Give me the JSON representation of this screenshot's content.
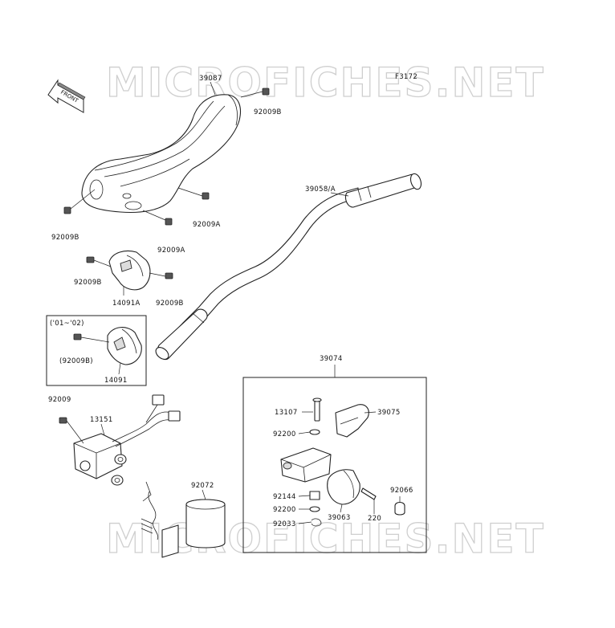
{
  "figure_code": "F3172",
  "watermark_text": "MICROFICHES.NET",
  "front_arrow_label": "FRONT",
  "labels": {
    "p39087": "39087",
    "p92009b_a": "92009B",
    "p92009b_b": "92009B",
    "p92009a_a": "92009A",
    "p92009a_b": "92009A",
    "p92009b_c": "92009B",
    "p14091a": "14091A",
    "p92009b_d": "92009B",
    "p39058": "39058/A",
    "year_note": "('01~'02)",
    "p92009b_paren": "(92009B)",
    "p14091": "14091",
    "p39074": "39074",
    "p92009": "92009",
    "p13151": "13151",
    "p13107": "13107",
    "p39075": "39075",
    "p92200_a": "92200",
    "p92144": "92144",
    "p92200_b": "92200",
    "p92033": "92033",
    "p39063": "39063",
    "p220": "220",
    "p92066": "92066",
    "p92072": "92072"
  }
}
